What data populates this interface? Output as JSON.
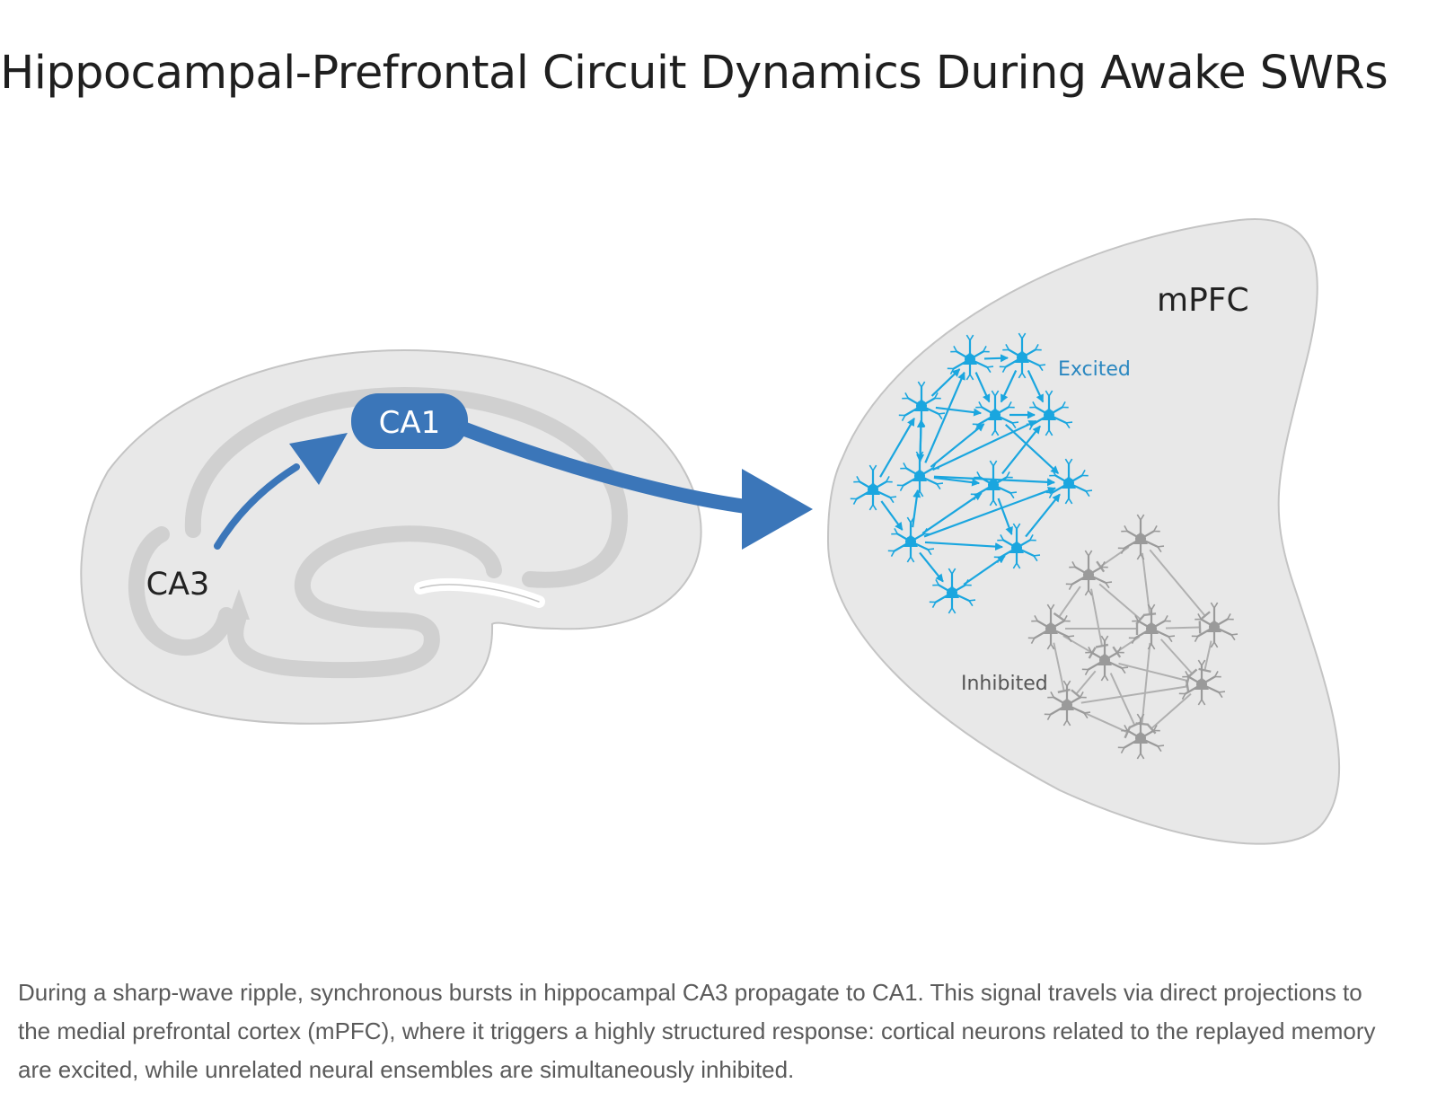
{
  "title": "Hippocampal-Prefrontal Circuit Dynamics During Awake SWRs",
  "labels": {
    "ca3": "CA3",
    "ca1": "CA1",
    "mpfc": "mPFC",
    "excited": "Excited",
    "inhibited": "Inhibited"
  },
  "caption": "During a sharp-wave ripple, synchronous bursts in hippocampal CA3 propagate to CA1. This signal travels via direct projections to the medial prefrontal cortex (mPFC), where it triggers a highly structured response: cortical neurons related to the replayed memory are excited, while unrelated neural ensembles are simultaneously inhibited.",
  "colors": {
    "pathway": "#3b76b9",
    "excited": "#1aa6df",
    "inhibited": "#9a9a9a",
    "region_fill": "#e8e8e8",
    "region_stroke": "#c4c4c4"
  }
}
